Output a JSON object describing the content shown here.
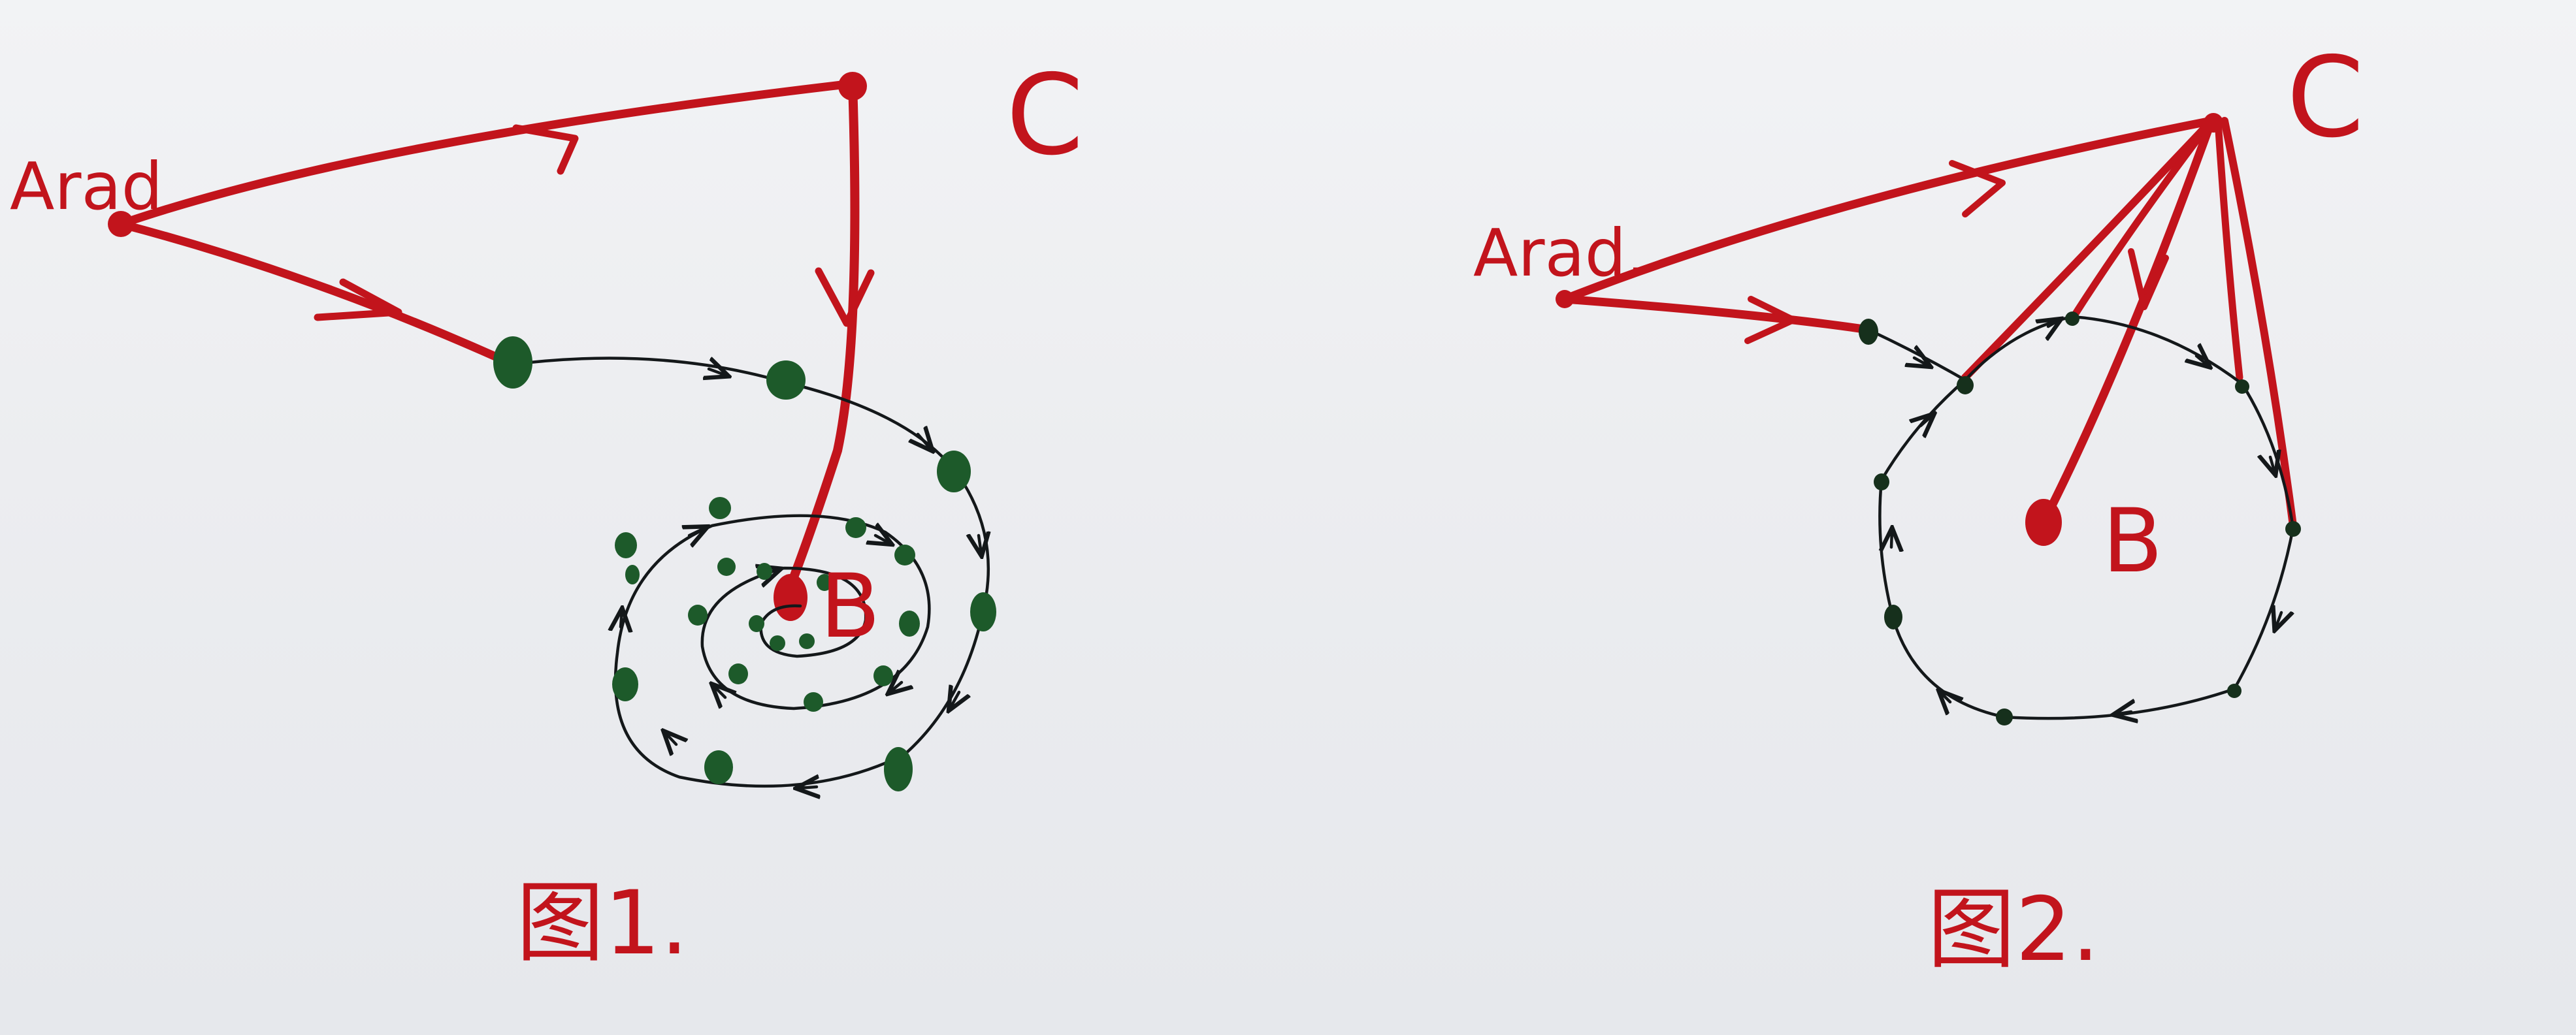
{
  "figure1": {
    "caption": "图1.",
    "nodes": {
      "start": "Arad",
      "c": "C",
      "b": "B"
    }
  },
  "figure2": {
    "caption": "图2.",
    "nodes": {
      "start": "Arad.",
      "c": "C",
      "b": "B"
    }
  },
  "colors": {
    "path_red": "#c2141c",
    "trajectory_black": "#14181a",
    "dot_green": "#1d5a2a",
    "paper": "#eceef1"
  }
}
